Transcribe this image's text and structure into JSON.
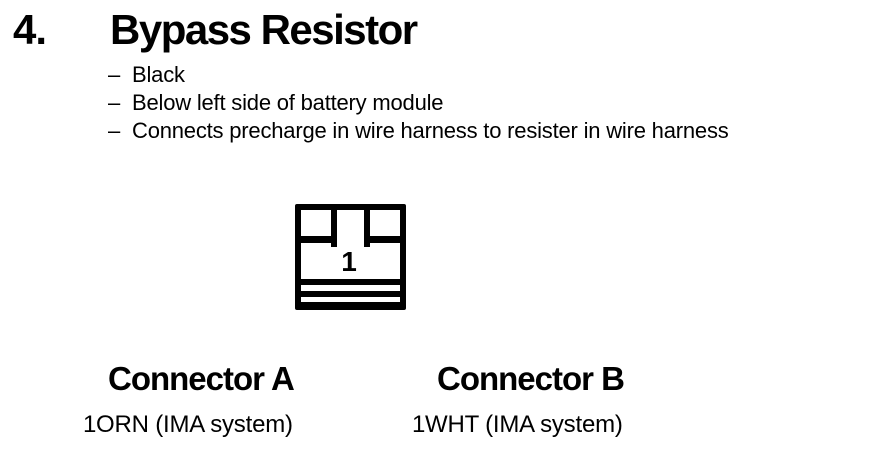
{
  "page": {
    "item_number": "4.",
    "title": "Bypass Resistor",
    "bullet_dash": "–",
    "bullets": [
      "Black",
      "Below left side of battery module",
      "Connects precharge in wire harness to resister in wire harness"
    ],
    "diagram": {
      "name": "bypass-resistor-connector",
      "cavity_label": "1"
    },
    "connectors": [
      {
        "heading": "Connector A",
        "pins": [
          {
            "pin": "1",
            "label": "ORN (IMA system)"
          }
        ]
      },
      {
        "heading": "Connector B",
        "pins": [
          {
            "pin": "1",
            "label": "WHT (IMA system)"
          }
        ]
      }
    ],
    "colors": {
      "ink": "#000000",
      "paper": "#ffffff"
    }
  }
}
